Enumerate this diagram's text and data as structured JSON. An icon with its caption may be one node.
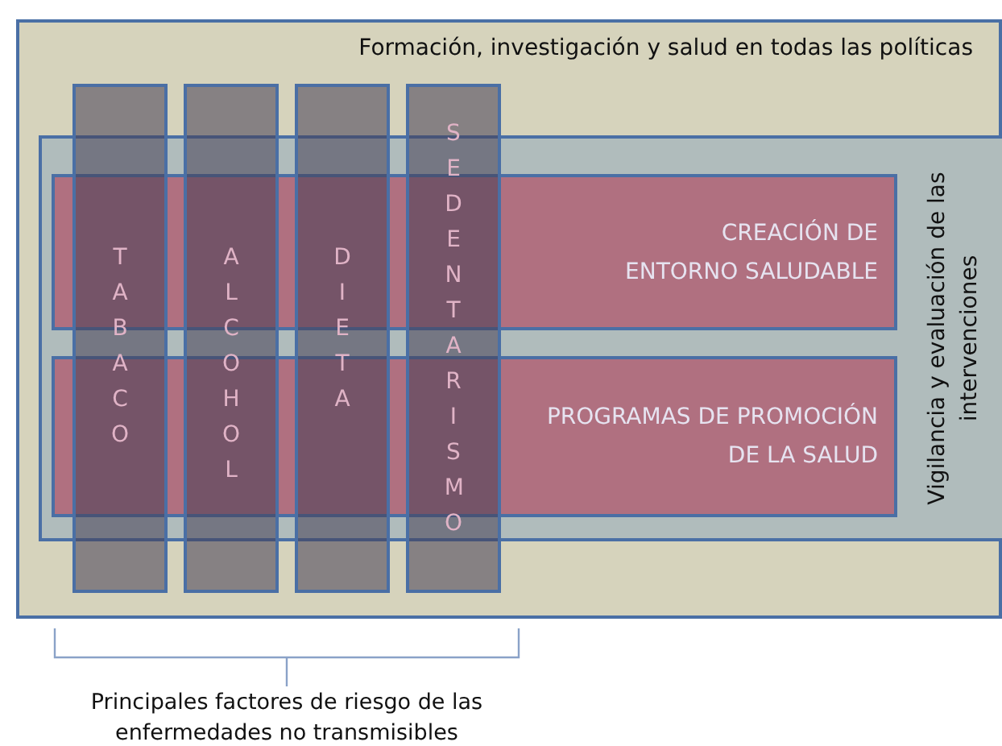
{
  "diagram": {
    "nodes": [
      {
        "text": [
          "Formación, investigación y salud en todas las políticas"
        ]
      },
      {
        "text": [
          "Vigilancia y evaluación de las intervenciones"
        ],
        "in": 0
      },
      {
        "text": [
          "CREACIÓN DE ENTORNO SALUDABLE"
        ],
        "in": 1
      },
      {
        "text": [
          "PROGRAMAS DE PROMOCIÓN DE LA SALUD"
        ],
        "in": 1
      },
      {
        "text": [
          "TABACO"
        ],
        "in": 0
      },
      {
        "text": [
          "ALCOHOL"
        ],
        "in": 0
      },
      {
        "text": [
          "DIETA"
        ],
        "in": 0
      },
      {
        "text": [
          "SEDENTARISMO"
        ],
        "in": 0
      }
    ],
    "edges": [],
    "labels": [
      "Principales factores de riesgo de las enfermedades no transmisibles"
    ]
  }
}
